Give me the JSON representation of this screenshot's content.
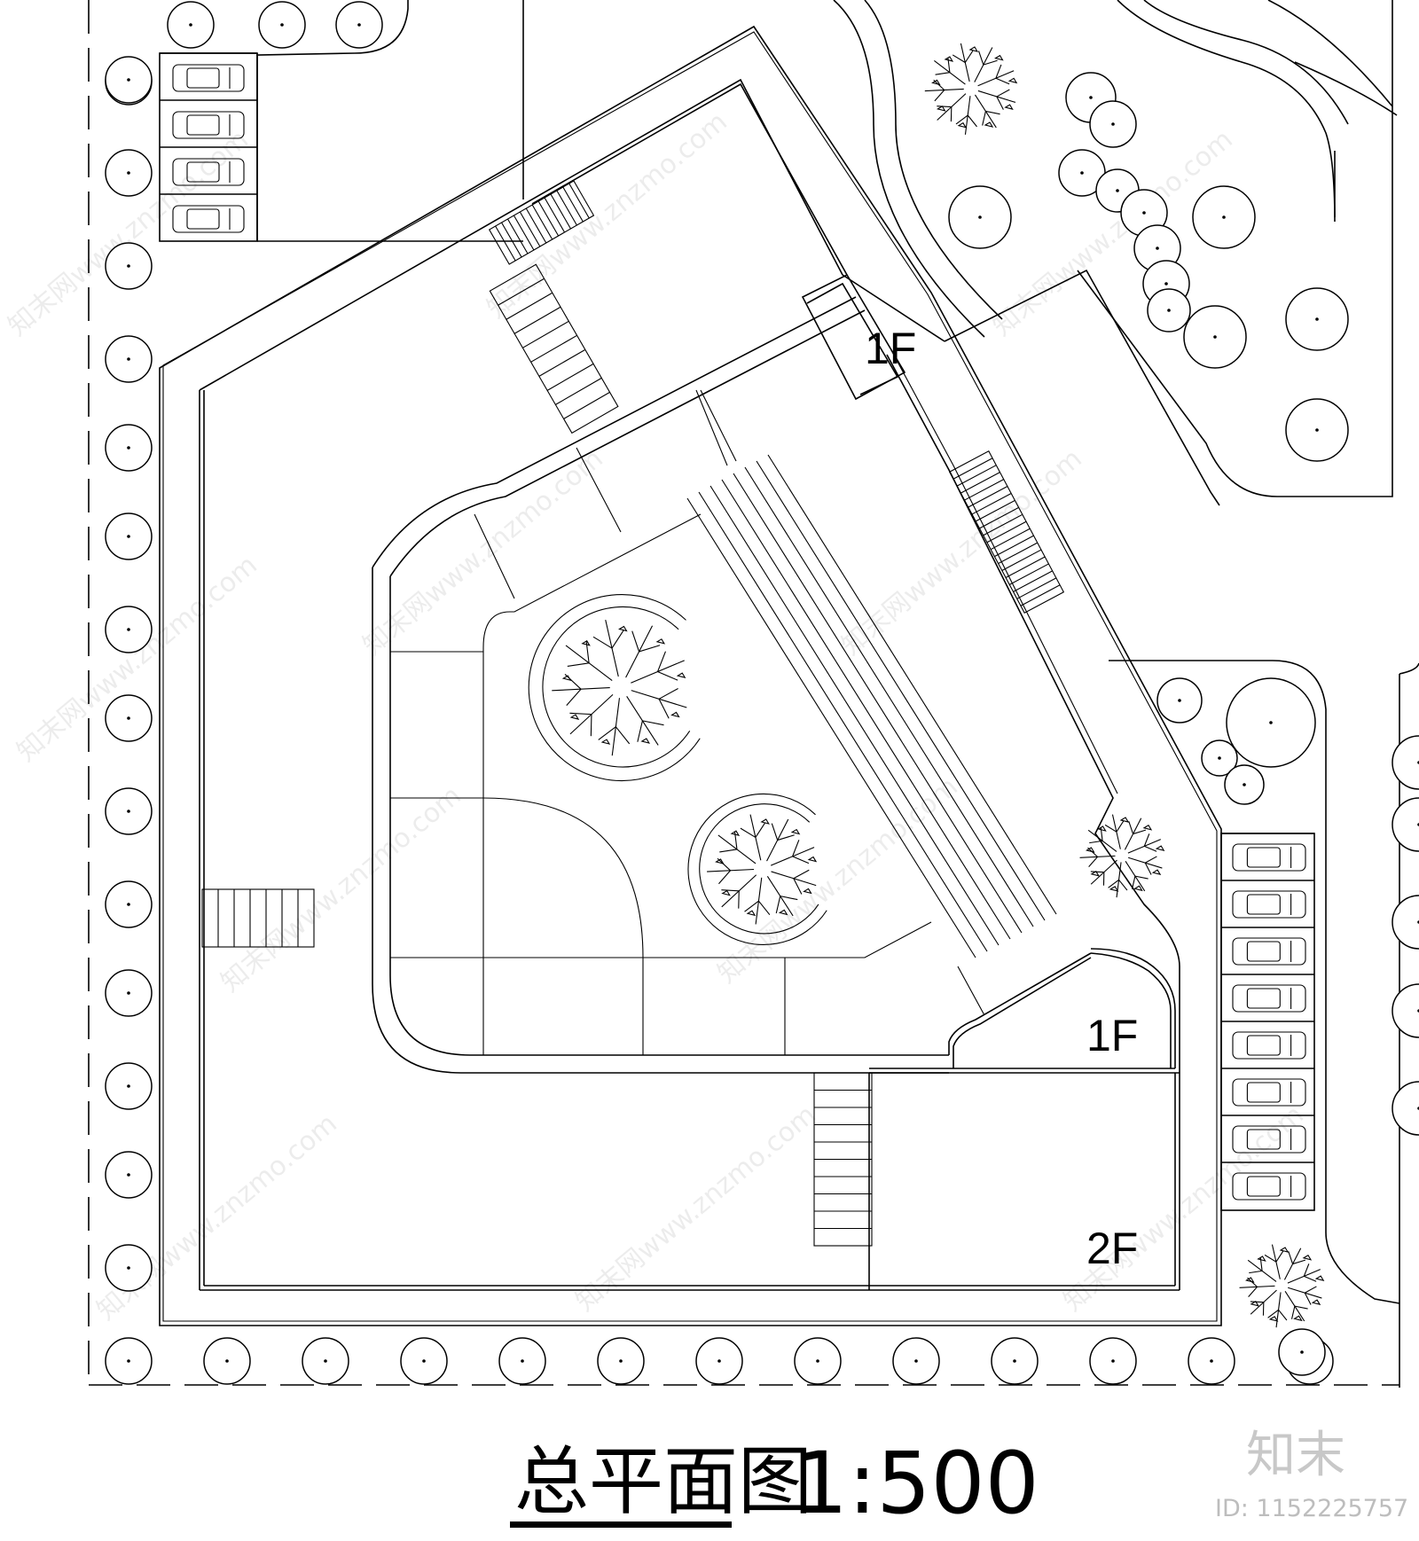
{
  "plan": {
    "title": "总平面图",
    "scale": "1:500",
    "floor_labels": [
      {
        "id": "upper-north-wing",
        "text": "1F"
      },
      {
        "id": "east-corner",
        "text": "1F"
      },
      {
        "id": "south-wing",
        "text": "2F"
      }
    ]
  },
  "watermark": {
    "logo": "知末",
    "id_text": "ID: 1152225757",
    "site_text": "知末网www.znzmo.com"
  }
}
